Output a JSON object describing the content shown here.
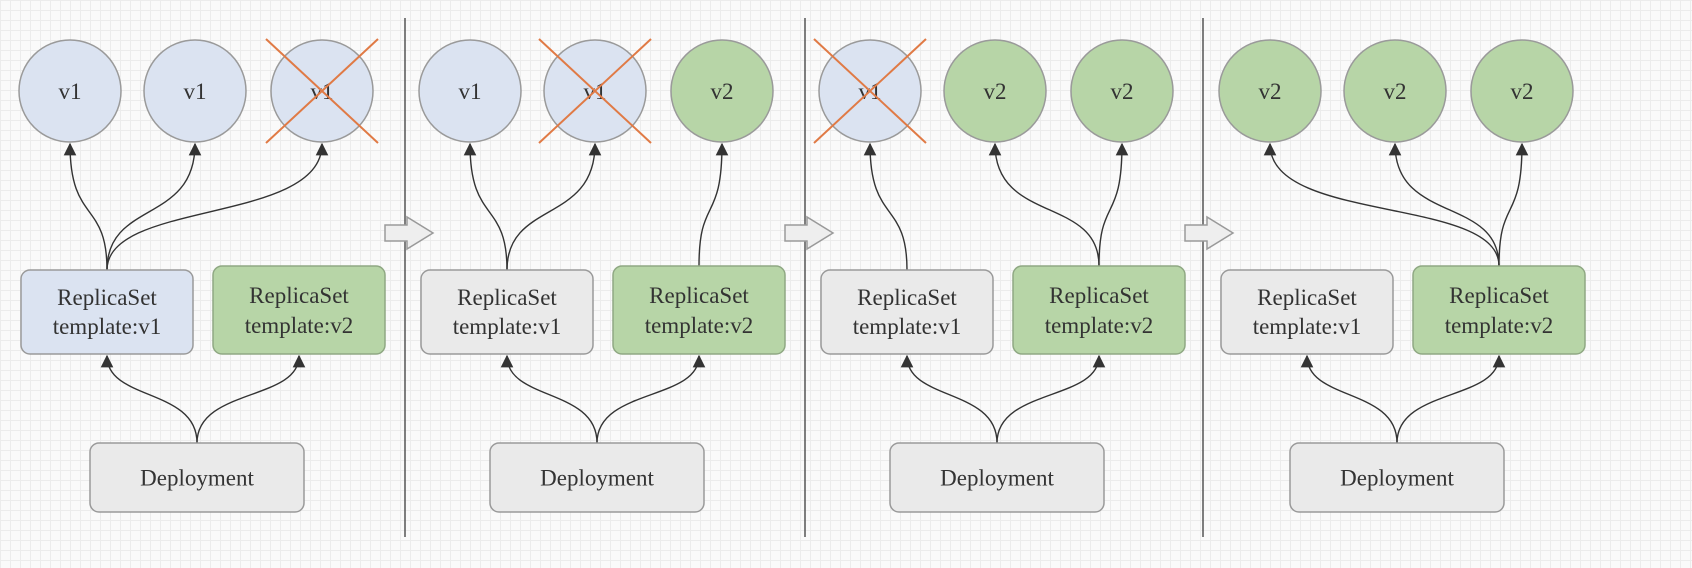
{
  "colors": {
    "pod_v1": "#dbe3f1",
    "pod_v2": "#b7d5a7",
    "rs_active_v1": "#dbe3f1",
    "rs_inactive": "#eaeaea",
    "rs_v2": "#b7d5a7",
    "deployment": "#eaeaea",
    "cross": "#e07a45",
    "edge": "#333333"
  },
  "deployment": {
    "label": "Deployment"
  },
  "replicasets": {
    "v1": {
      "line1": "ReplicaSet",
      "line2": "template:v1"
    },
    "v2": {
      "line1": "ReplicaSet",
      "line2": "template:v2"
    }
  },
  "stages": [
    {
      "pods": [
        {
          "label": "v1",
          "version": "v1",
          "terminated": false,
          "owner": "v1"
        },
        {
          "label": "v1",
          "version": "v1",
          "terminated": false,
          "owner": "v1"
        },
        {
          "label": "v1",
          "version": "v1",
          "terminated": true,
          "owner": "v1"
        }
      ],
      "v1_active": true
    },
    {
      "pods": [
        {
          "label": "v1",
          "version": "v1",
          "terminated": false,
          "owner": "v1"
        },
        {
          "label": "v1",
          "version": "v1",
          "terminated": true,
          "owner": "v1"
        },
        {
          "label": "v2",
          "version": "v2",
          "terminated": false,
          "owner": "v2"
        }
      ],
      "v1_active": false
    },
    {
      "pods": [
        {
          "label": "v1",
          "version": "v1",
          "terminated": true,
          "owner": "v1"
        },
        {
          "label": "v2",
          "version": "v2",
          "terminated": false,
          "owner": "v2"
        },
        {
          "label": "v2",
          "version": "v2",
          "terminated": false,
          "owner": "v2"
        }
      ],
      "v1_active": false
    },
    {
      "pods": [
        {
          "label": "v2",
          "version": "v2",
          "terminated": false,
          "owner": "v2"
        },
        {
          "label": "v2",
          "version": "v2",
          "terminated": false,
          "owner": "v2"
        },
        {
          "label": "v2",
          "version": "v2",
          "terminated": false,
          "owner": "v2"
        }
      ],
      "v1_active": false
    }
  ]
}
